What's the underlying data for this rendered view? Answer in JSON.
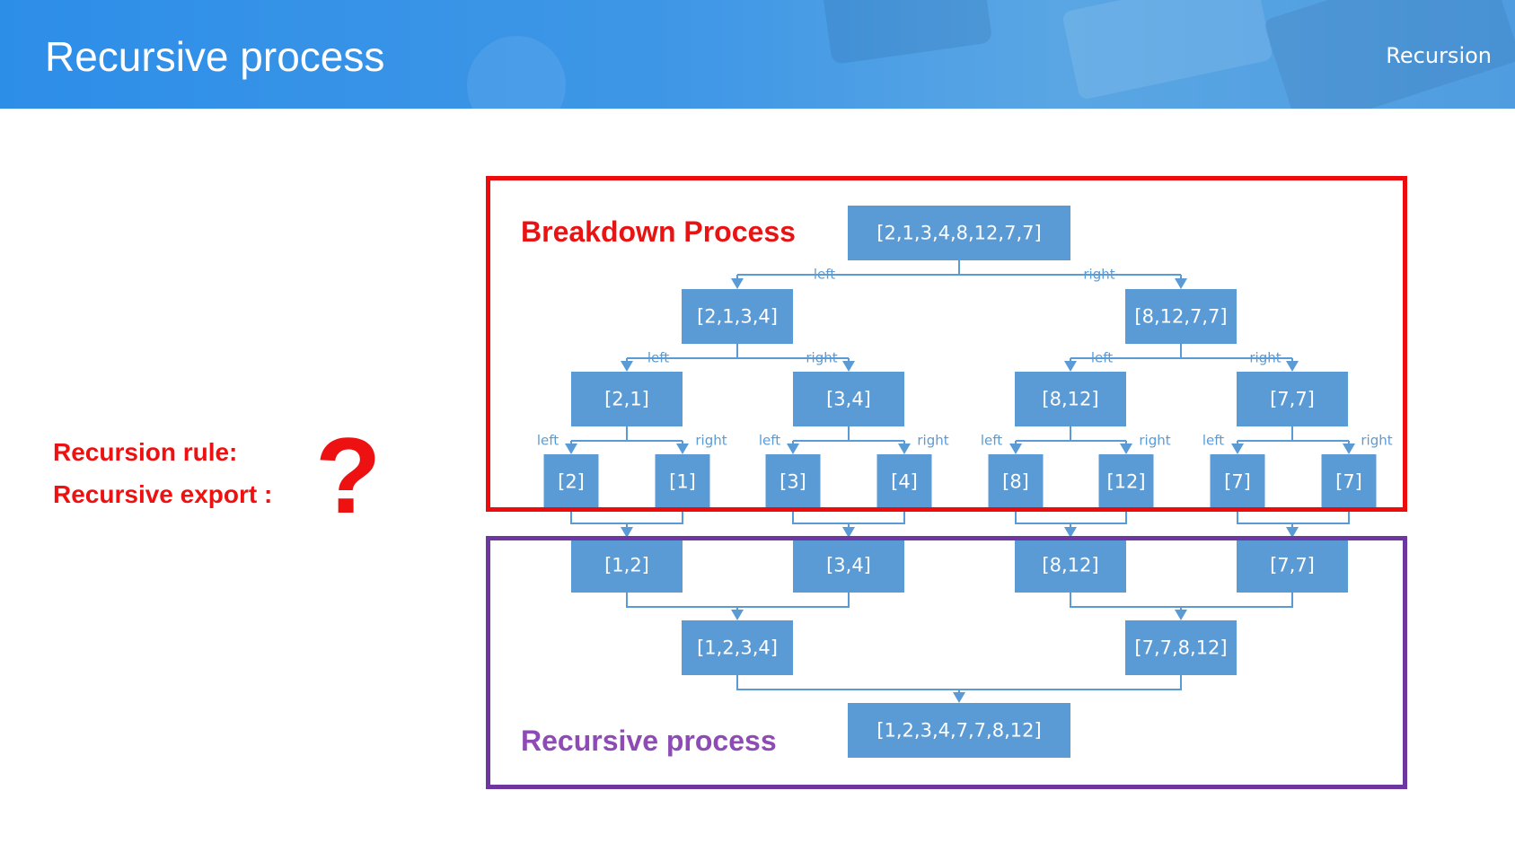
{
  "header": {
    "title": "Recursive process",
    "section": "Recursion"
  },
  "sidebar": {
    "rule_label": "Recursion rule:",
    "export_label": "Recursive export :",
    "question_mark": "?"
  },
  "frames": {
    "breakdown_label": "Breakdown Process",
    "recursive_label": "Recursive process",
    "breakdown_color": "#ee0b0b",
    "recursive_color": "#6d36a0"
  },
  "colors": {
    "node_fill": "#5b9bd5",
    "emphasis_red": "#ee1111",
    "header_blue": "#2d8ee8"
  },
  "diagram": {
    "breakdown_tree": {
      "root": "[2,1,3,4,8,12,7,7]",
      "level1": [
        "[2,1,3,4]",
        "[8,12,7,7]"
      ],
      "level2": [
        "[2,1]",
        "[3,4]",
        "[8,12]",
        "[7,7]"
      ],
      "level3": [
        "[2]",
        "[1]",
        "[3]",
        "[4]",
        "[8]",
        "[12]",
        "[7]",
        "[7]"
      ]
    },
    "merge_tree": {
      "level1": [
        "[1,2]",
        "[3,4]",
        "[8,12]",
        "[7,7]"
      ],
      "level2": [
        "[1,2,3,4]",
        "[7,7,8,12]"
      ],
      "result": "[1,2,3,4,7,7,8,12]"
    },
    "edge_labels": {
      "left": "left",
      "right": "right"
    }
  }
}
